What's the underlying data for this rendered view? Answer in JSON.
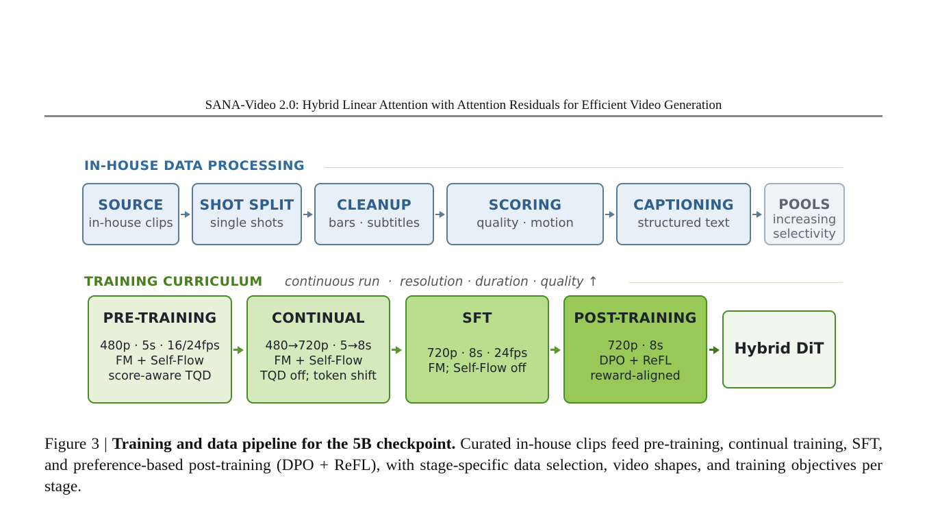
{
  "header": {
    "title": "SANA-Video 2.0: Hybrid Linear Attention with Attention Residuals for Efficient Video Generation"
  },
  "data_processing": {
    "heading": "IN-HOUSE DATA PROCESSING",
    "boxes": [
      {
        "title": "SOURCE",
        "subtitle": "in-house clips"
      },
      {
        "title": "SHOT SPLIT",
        "subtitle": "single shots"
      },
      {
        "title": "CLEANUP",
        "subtitle": "bars · subtitles"
      },
      {
        "title": "SCORING",
        "subtitle": "quality · motion"
      },
      {
        "title": "CAPTIONING",
        "subtitle": "structured text"
      },
      {
        "title": "POOLS",
        "subtitle_line1": "increasing",
        "subtitle_line2": "selectivity"
      }
    ]
  },
  "curriculum": {
    "heading": "TRAINING CURRICULUM",
    "subheading": "continuous run  ·  resolution · duration · quality ↑",
    "stages": [
      {
        "title": "PRE-TRAINING",
        "lines": [
          "480p · 5s · 16/24fps",
          "FM + Self-Flow",
          "score-aware TQD"
        ]
      },
      {
        "title": "CONTINUAL",
        "lines": [
          "480→720p · 5→8s",
          "FM + Self-Flow",
          "TQD off; token shift"
        ]
      },
      {
        "title": "SFT",
        "lines": [
          "720p · 8s · 24fps",
          "FM; Self-Flow off"
        ]
      },
      {
        "title": "POST-TRAINING",
        "lines": [
          "720p · 8s",
          "DPO + ReFL",
          "reward-aligned"
        ]
      }
    ],
    "output": "Hybrid DiT"
  },
  "caption": {
    "label": "Figure 3 | ",
    "bold": "Training and data pipeline for the 5B checkpoint.",
    "text": " Curated in-house clips feed pre-training, continual training, SFT, and preference-based post-training (DPO + ReFL), with stage-specific data selection, video shapes, and training objectives per stage."
  },
  "colors": {
    "data_accent": "#2f5f8f",
    "data_fill": "#e7f0f8",
    "data_border": "#5b7a93",
    "curriculum_accent": "#4a7f1e",
    "curriculum_border": "#4a8f26",
    "stage_fills": [
      "#e8f2da",
      "#d4e9bc",
      "#b9de8e",
      "#98c858"
    ],
    "output_fill": "#f2f7ee"
  }
}
